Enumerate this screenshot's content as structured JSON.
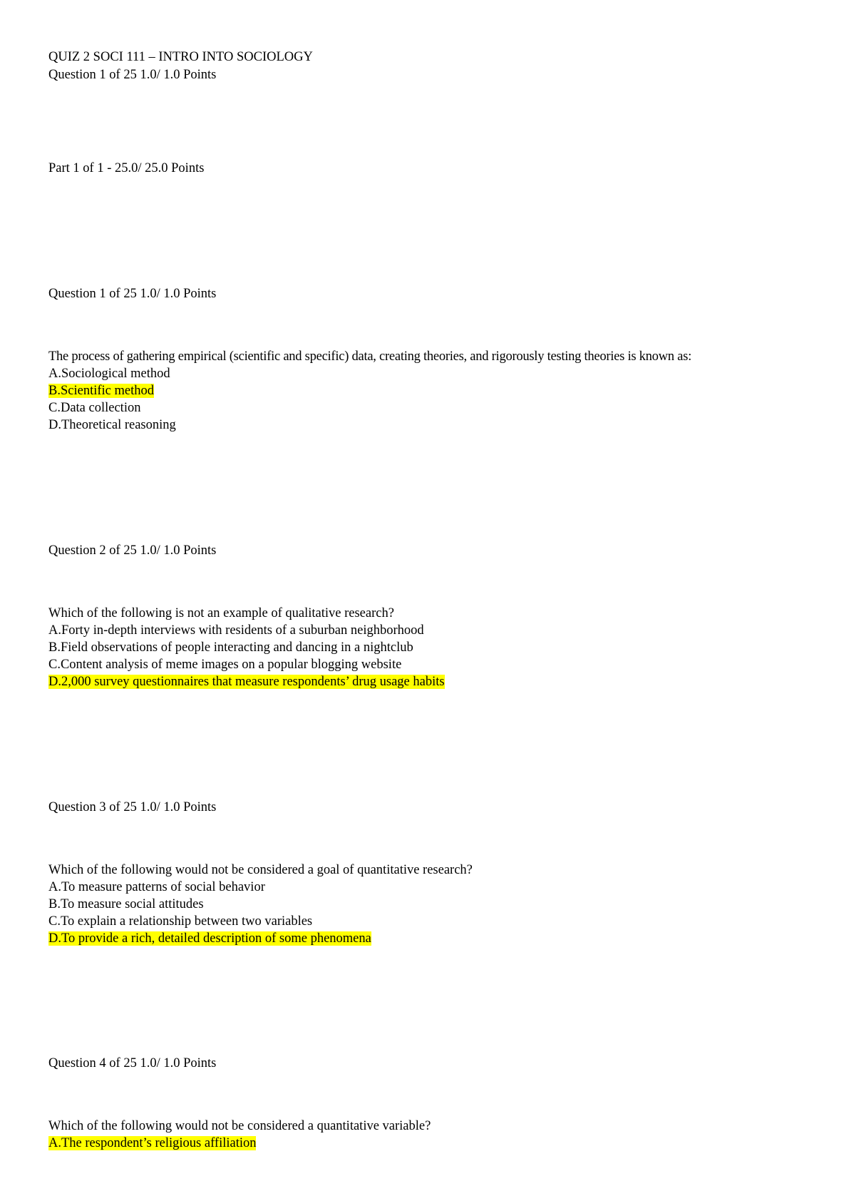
{
  "document": {
    "title": "QUIZ 2 SOCI 111 – INTRO INTO SOCIOLOGY",
    "subtitle": "Question 1 of 25 1.0/ 1.0 Points",
    "part_header": "Part 1 of 1 - 25.0/ 25.0 Points",
    "highlight_color": "#ffff00"
  },
  "questions": [
    {
      "header": "Question 1 of 25 1.0/ 1.0 Points",
      "prompt": "The process of gathering empirical (scientific and specific) data, creating theories, and rigorously testing theories is known as:",
      "options": [
        {
          "label": "A.Sociological method",
          "highlighted": false
        },
        {
          "label": "B.Scientific method",
          "highlighted": true
        },
        {
          "label": "C.Data collection",
          "highlighted": false
        },
        {
          "label": "D.Theoretical reasoning",
          "highlighted": false
        }
      ]
    },
    {
      "header": "Question 2 of 25 1.0/ 1.0 Points",
      "prompt": "Which of the following is not an example of qualitative research?",
      "options": [
        {
          "label": "A.Forty in-depth interviews with residents of a suburban neighborhood",
          "highlighted": false
        },
        {
          "label": "B.Field observations of people interacting and dancing in a nightclub",
          "highlighted": false
        },
        {
          "label": "C.Content analysis of meme images on a popular blogging website",
          "highlighted": false
        },
        {
          "label": "D.2,000 survey questionnaires that measure respondents’ drug usage habits",
          "highlighted": true
        }
      ]
    },
    {
      "header": "Question 3 of 25 1.0/ 1.0 Points",
      "prompt": "Which of the following would not be considered a goal of quantitative research?",
      "options": [
        {
          "label": "A.To measure patterns of social behavior",
          "highlighted": false
        },
        {
          "label": "B.To measure social attitudes",
          "highlighted": false
        },
        {
          "label": "C.To explain a relationship between two variables",
          "highlighted": false
        },
        {
          "label": "D.To provide a rich, detailed description of some phenomena",
          "highlighted": true
        }
      ]
    },
    {
      "header": "Question 4 of 25 1.0/ 1.0 Points",
      "prompt": "Which of the following would not be considered a quantitative variable?",
      "options": [
        {
          "label": "A.The respondent’s religious affiliation",
          "highlighted": true
        }
      ]
    }
  ]
}
